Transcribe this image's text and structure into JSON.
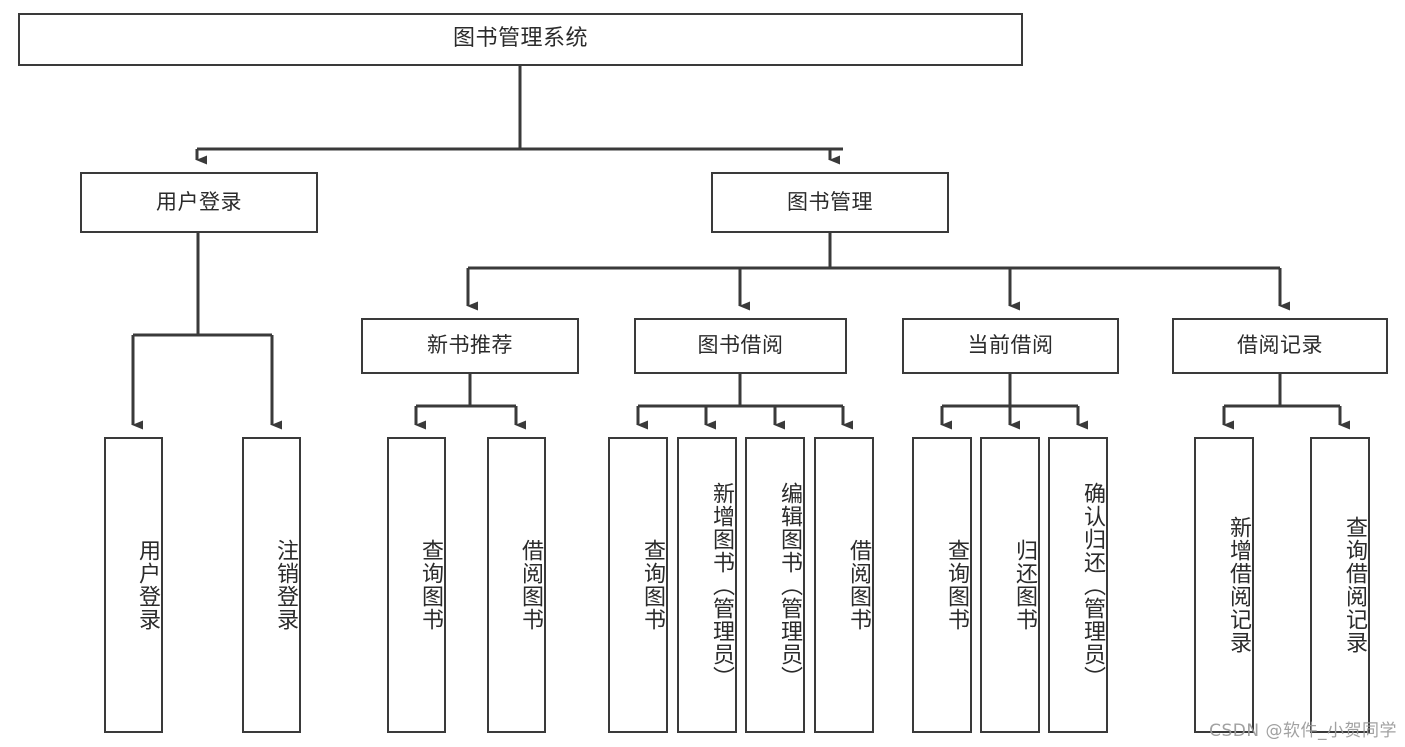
{
  "diagram": {
    "title": "图书管理系统",
    "type": "hierarchy-tree",
    "colors": {
      "background": "#ffffff",
      "box_border": "#3a3a3a",
      "box_fill": "#ffffff",
      "text": "#2b2b2b",
      "connector": "#3a3a3a",
      "watermark": "#9a9a9a"
    }
  },
  "root": {
    "label": "图书管理系统"
  },
  "branches": [
    {
      "id": "user-login",
      "label": "用户登录",
      "leaves": [
        {
          "label": "用户登录"
        },
        {
          "label": "注销登录"
        }
      ]
    },
    {
      "id": "book-management",
      "label": "图书管理",
      "groups": [
        {
          "id": "new-book-recommend",
          "label": "新书推荐",
          "leaves": [
            {
              "label": "查询图书"
            },
            {
              "label": "借阅图书"
            }
          ]
        },
        {
          "id": "book-borrow",
          "label": "图书借阅",
          "leaves": [
            {
              "label": "查询图书"
            },
            {
              "label": "新增图书（管理员）"
            },
            {
              "label": "编辑图书（管理员）"
            },
            {
              "label": "借阅图书"
            }
          ]
        },
        {
          "id": "current-borrow",
          "label": "当前借阅",
          "leaves": [
            {
              "label": "查询图书"
            },
            {
              "label": "归还图书"
            },
            {
              "label": "确认归还（管理员）"
            }
          ]
        },
        {
          "id": "borrow-records",
          "label": "借阅记录",
          "leaves": [
            {
              "label": "新增借阅记录"
            },
            {
              "label": "查询借阅记录"
            }
          ]
        }
      ]
    }
  ],
  "watermark": {
    "text": "CSDN @软件_小贺同学"
  }
}
